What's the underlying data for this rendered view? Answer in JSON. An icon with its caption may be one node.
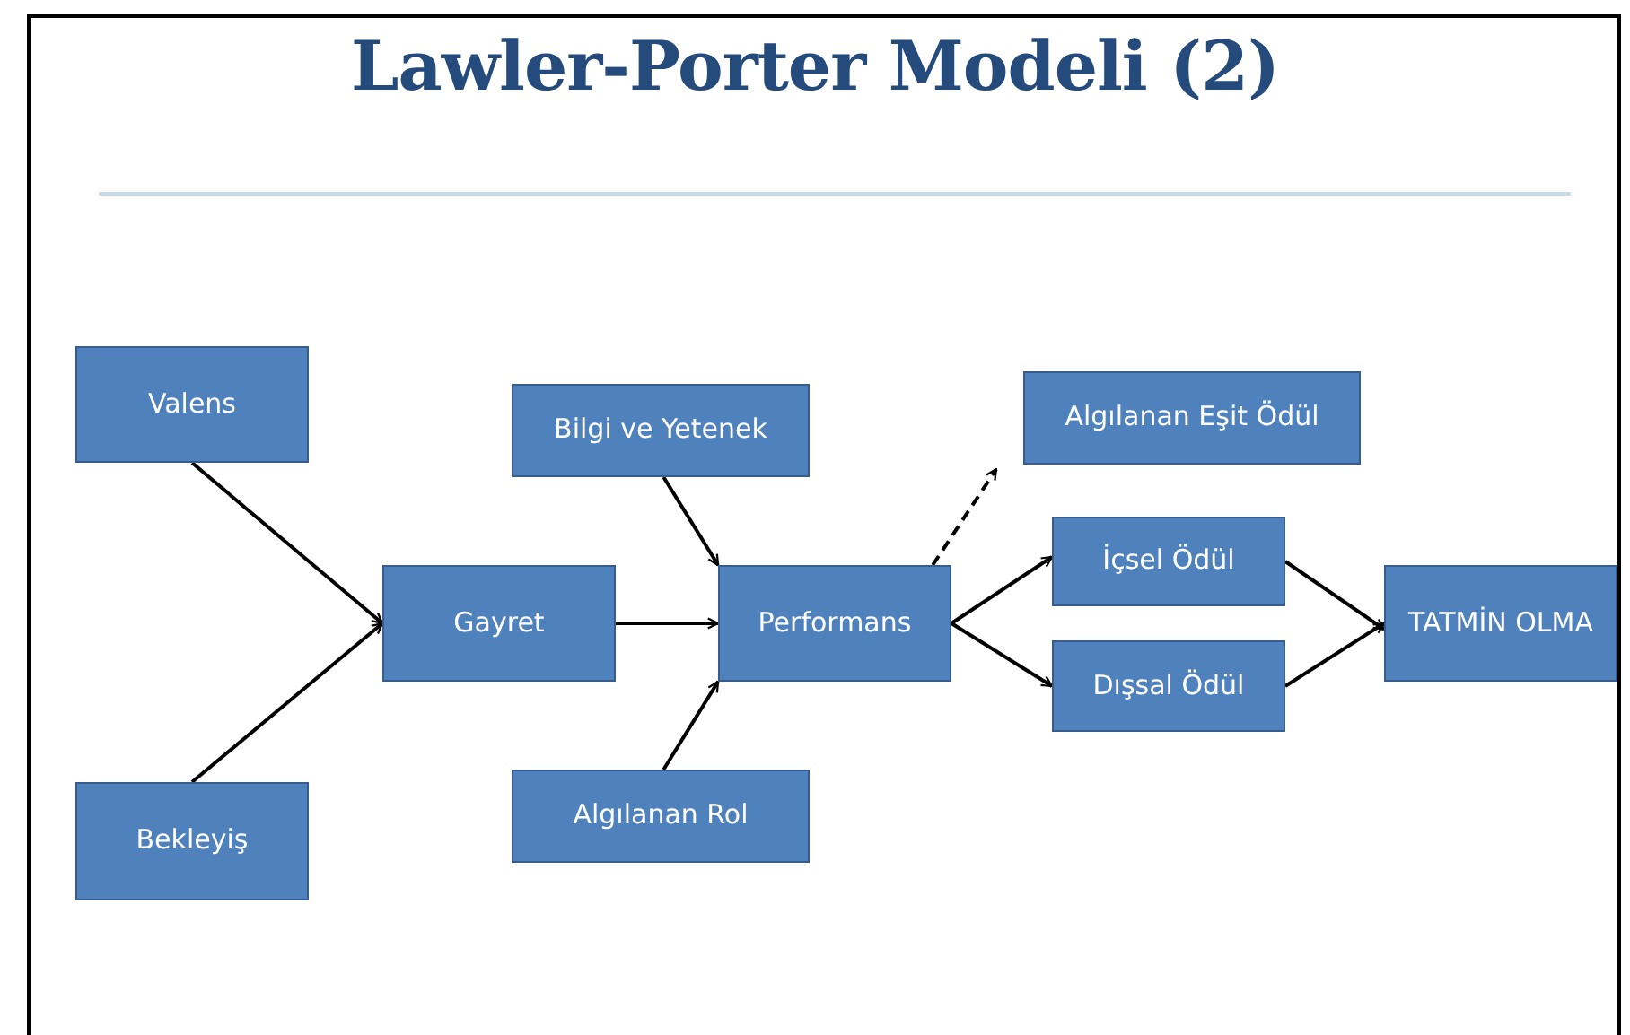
{
  "diagram": {
    "title": "Lawler-Porter Modeli (2)",
    "nodes": [
      {
        "text": [
          "Valens"
        ]
      },
      {
        "text": [
          "Bekleyiş"
        ]
      },
      {
        "text": [
          "Gayret"
        ]
      },
      {
        "text": [
          "Bilgi ve Yetenek"
        ]
      },
      {
        "text": [
          "Algılanan Rol"
        ]
      },
      {
        "text": [
          "Performans"
        ]
      },
      {
        "text": [
          "Algılanan Eşit Ödül"
        ]
      },
      {
        "text": [
          "İçsel Ödül"
        ]
      },
      {
        "text": [
          "Dışsal Ödül"
        ]
      },
      {
        "text": [
          "TATMİN OLMA"
        ]
      }
    ],
    "edges": [
      {
        "from": 0,
        "to": 2,
        "arrow": "to"
      },
      {
        "from": 1,
        "to": 2,
        "arrow": "to"
      },
      {
        "from": 2,
        "to": 5,
        "arrow": "to"
      },
      {
        "from": 3,
        "to": 5,
        "arrow": "to"
      },
      {
        "from": 4,
        "to": 5,
        "arrow": "to"
      },
      {
        "from": 5,
        "to": 6,
        "arrow": "to",
        "style": "dashed"
      },
      {
        "from": 5,
        "to": 7,
        "arrow": "to"
      },
      {
        "from": 5,
        "to": 8,
        "arrow": "to"
      },
      {
        "from": 7,
        "to": 9,
        "arrow": "to"
      },
      {
        "from": 8,
        "to": 9,
        "arrow": "to"
      }
    ]
  }
}
